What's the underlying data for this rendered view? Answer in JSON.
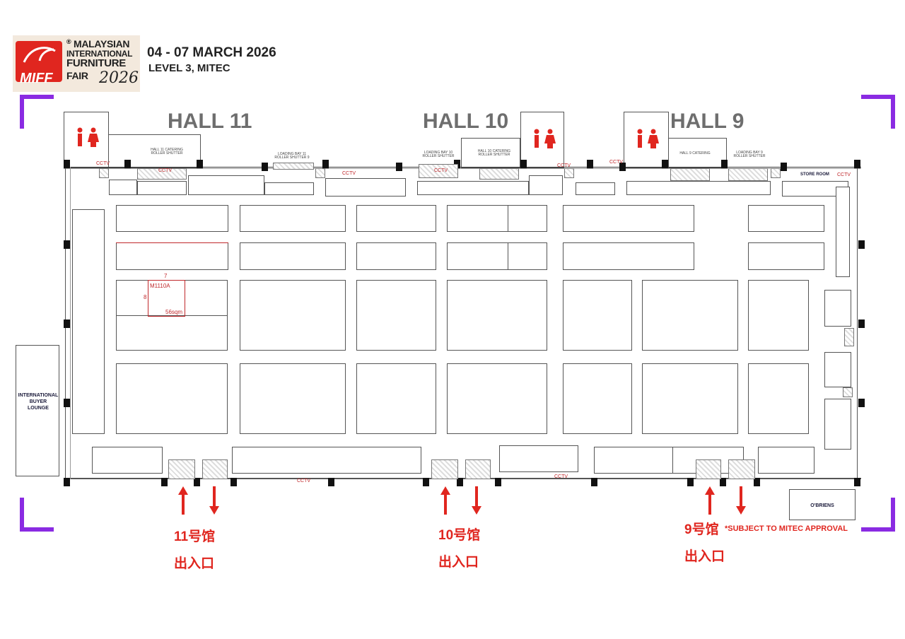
{
  "header": {
    "logo_word": "MIFF",
    "logo_lines": [
      "MALAYSIAN",
      "INTERNATIONAL",
      "FURNITURE",
      "FAIR"
    ],
    "logo_year": "2026",
    "logo_mark": "®",
    "date": "04 - 07 MARCH 2026",
    "venue": "LEVEL 3, MITEC"
  },
  "halls": [
    {
      "label": "HALL 11"
    },
    {
      "label": "HALL 10"
    },
    {
      "label": "HALL 9"
    }
  ],
  "service_labels": {
    "catering_11": [
      "HALL 11 CATERING",
      "ROLLER SHUTTER"
    ],
    "loading_11": [
      "LOADING BAY 11",
      "ROLLER SHUTTER 9"
    ],
    "loading_10": [
      "LOADING BAY 10",
      "ROLLER SHUTTER"
    ],
    "catering_10": [
      "HALL 10 CATERING",
      "ROLLER SHUTTER"
    ],
    "catering_9": [
      "HALL 9 CATERING"
    ],
    "loading_9": [
      "LOADING BAY 9",
      "ROLLER SHUTTER"
    ],
    "store_room": "STORE ROOM"
  },
  "cctv": "CCTV",
  "lounge": [
    "INTERNATIONAL",
    "BUYER",
    "LOUNGE"
  ],
  "obriens": "O'BRIENS",
  "booth_highlight": {
    "id": "M1110A",
    "area": "56sqm",
    "dim_top": "7",
    "dim_left": "8"
  },
  "entrances": [
    {
      "hall": "11号馆",
      "label": "出入口"
    },
    {
      "hall": "10号馆",
      "label": "出入口"
    },
    {
      "hall": "9号馆",
      "label": "出入口",
      "note": "*SUBJECT TO MITEC APPROVAL"
    }
  ],
  "colors": {
    "accent_red": "#e0261f",
    "corner_purple": "#8a2be2",
    "hall_label_gray": "#6e6e6e"
  },
  "icons": [
    "restroom-icon",
    "arrow-up-icon",
    "arrow-down-icon"
  ]
}
